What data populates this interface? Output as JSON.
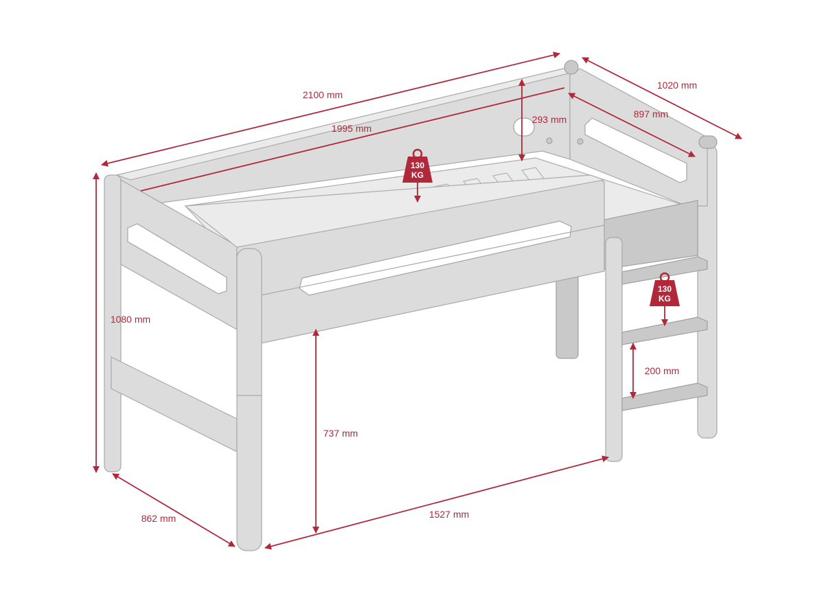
{
  "dimensions": {
    "overall_length": "2100 mm",
    "inner_length": "1995 mm",
    "overall_width": "1020 mm",
    "inner_width": "897 mm",
    "guardrail_height": "293 mm",
    "overall_height": "1080 mm",
    "under_bed_clearance": "737 mm",
    "opening_length": "1527 mm",
    "leg_depth": "862 mm",
    "ladder_step_spacing": "200 mm"
  },
  "weight_badges": [
    {
      "top": "130",
      "bottom": "KG"
    },
    {
      "top": "130",
      "bottom": "KG"
    }
  ],
  "colors": {
    "dimension_red": "#b0283a",
    "frame_grey": "#dcdcdc"
  }
}
